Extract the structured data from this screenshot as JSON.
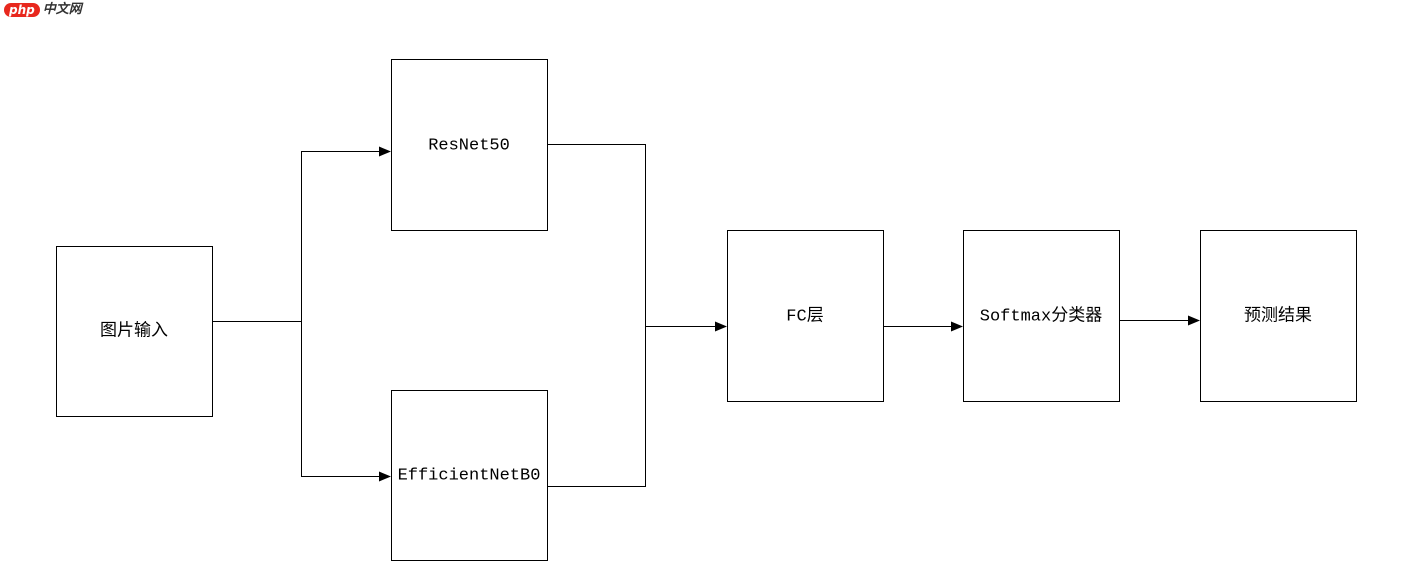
{
  "watermark": {
    "brand_php": "php",
    "brand_cn": "中文网"
  },
  "nodes": {
    "input": {
      "label": "图片输入"
    },
    "resnet": {
      "label": "ResNet50"
    },
    "efficientnet": {
      "label": "EfficientNetB0"
    },
    "fc": {
      "label": "FC层"
    },
    "softmax": {
      "label": "Softmax分类器"
    },
    "result": {
      "label": "预测结果"
    }
  },
  "edges": [
    {
      "from": "input",
      "to": "resnet"
    },
    {
      "from": "input",
      "to": "efficientnet"
    },
    {
      "from": "resnet",
      "to": "fc"
    },
    {
      "from": "efficientnet",
      "to": "fc"
    },
    {
      "from": "fc",
      "to": "softmax"
    },
    {
      "from": "softmax",
      "to": "result"
    }
  ],
  "colors": {
    "stroke": "#000000",
    "background": "#ffffff",
    "watermark_red": "#e8281e"
  }
}
